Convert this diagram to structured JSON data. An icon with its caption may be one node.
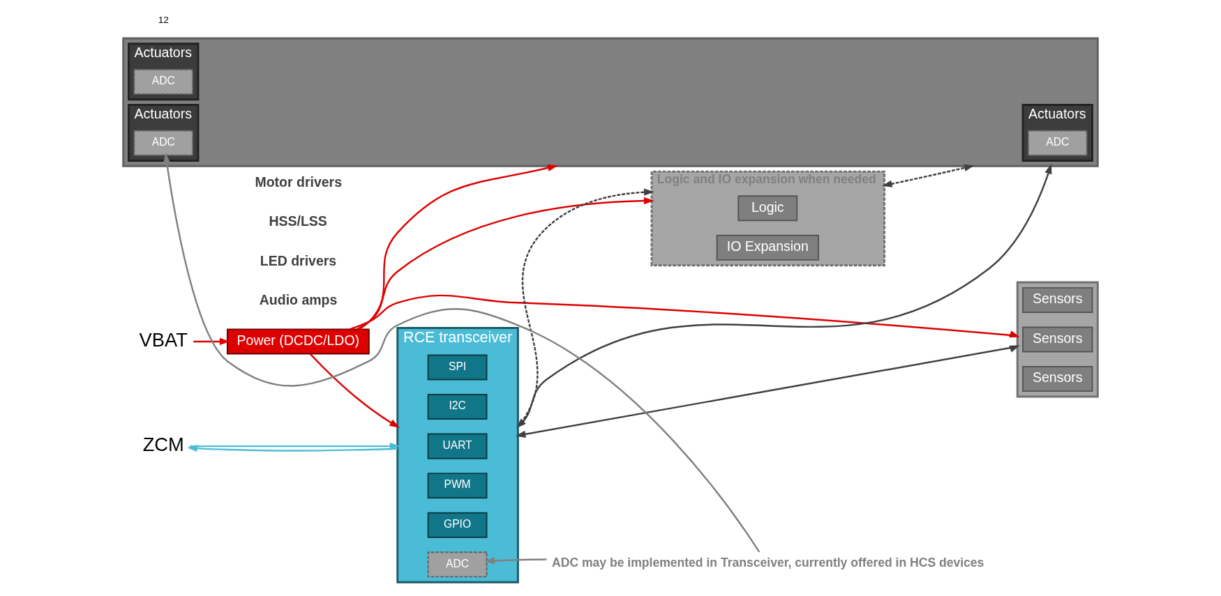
{
  "diagram": {
    "nodes": [
      {
        "text": [
          "VBAT"
        ]
      },
      {
        "text": [
          "Power (DCDC/LDO)"
        ]
      },
      {
        "text": [
          "ZCM"
        ]
      },
      {
        "text": [
          "RCE transceiver"
        ]
      },
      {
        "text": [
          "SPI"
        ],
        "in": 3
      },
      {
        "text": [
          "I2C"
        ],
        "in": 3
      },
      {
        "text": [
          "UART"
        ],
        "in": 3
      },
      {
        "text": [
          "PWM"
        ],
        "in": 3
      },
      {
        "text": [
          "GPIO"
        ],
        "in": 3
      },
      {
        "text": [
          "ADC"
        ],
        "in": 3
      },
      {
        "text": [],
        "shape": "box"
      },
      {
        "text": [
          "Sensors"
        ],
        "in": 10
      },
      {
        "text": [
          "Sensors"
        ],
        "in": 10
      },
      {
        "text": [
          "Sensors"
        ],
        "in": 10
      },
      {
        "text": [],
        "shape": "box",
        "beside": [
          "Motor drivers",
          "HSS/LSS",
          "LED drivers",
          "Audio amps"
        ]
      },
      {
        "text": [
          "Actuators"
        ],
        "in": 14
      },
      {
        "text": [
          "ADC"
        ],
        "in": 15
      },
      {
        "text": [
          "Actuators"
        ],
        "in": 14
      },
      {
        "text": [
          "ADC"
        ],
        "in": 17
      },
      {
        "text": [
          "Actuators"
        ],
        "in": 14
      },
      {
        "text": [
          "ADC"
        ],
        "in": 19
      },
      {
        "text": [
          "Logic and IO expansion when needed"
        ]
      },
      {
        "text": [
          "Logic"
        ],
        "in": 21
      },
      {
        "text": [
          "IO Expansion"
        ],
        "in": 21
      },
      {
        "text": [
          "ADC may be implemented in Transceiver, currently offered in HCS devices"
        ]
      }
    ],
    "edges": [
      {
        "from": 0,
        "to": 1,
        "arrow": "to"
      },
      {
        "from": 1,
        "to": 3,
        "arrow": "to"
      },
      {
        "from": 2,
        "to": 3,
        "arrow": "to",
        "color": "#4bbcd6"
      },
      {
        "from": 3,
        "to": 2,
        "arrow": "to",
        "color": "#4bbcd6"
      },
      {
        "from": 1,
        "to": 10,
        "arrow": "to"
      },
      {
        "from": 1,
        "to": 21,
        "arrow": "to"
      },
      {
        "from": 1,
        "to": 14,
        "arrow": "to"
      },
      {
        "from": 10,
        "to": 3,
        "arrow": "both",
        "color": "#404040"
      },
      {
        "from": 21,
        "to": 14,
        "arrow": "both",
        "style": "dashed",
        "color": "#404040"
      },
      {
        "from": 3,
        "to": 14,
        "arrow": "both",
        "color": "#404040"
      },
      {
        "from": 3,
        "to": 21,
        "arrow": "to",
        "style": "dashed",
        "color": "#404040"
      },
      {
        "from": 24,
        "to": 9,
        "arrow": "to",
        "color": "#808080"
      },
      {
        "from": 24,
        "to": 20,
        "arrow": "to",
        "color": "#808080"
      }
    ],
    "labels": [
      "12"
    ]
  }
}
